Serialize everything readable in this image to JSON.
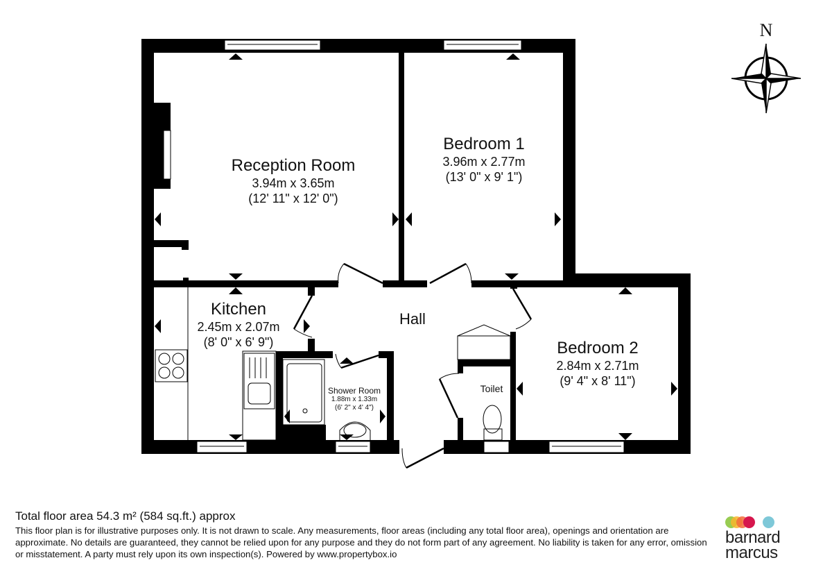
{
  "compass": {
    "label": "N"
  },
  "rooms": {
    "reception": {
      "name": "Reception Room",
      "metric": "3.94m x 3.65m",
      "imperial": "(12' 11\" x 12' 0\")"
    },
    "bedroom1": {
      "name": "Bedroom 1",
      "metric": "3.96m x 2.77m",
      "imperial": "(13' 0\" x 9' 1\")"
    },
    "kitchen": {
      "name": "Kitchen",
      "metric": "2.45m x 2.07m",
      "imperial": "(8' 0\" x 6' 9\")"
    },
    "hall": {
      "name": "Hall"
    },
    "shower": {
      "name": "Shower Room",
      "metric": "1.88m x 1.33m",
      "imperial": "(6' 2\" x 4' 4\")"
    },
    "toilet": {
      "name": "Toilet"
    },
    "bedroom2": {
      "name": "Bedroom 2",
      "metric": "2.84m x 2.71m",
      "imperial": "(9' 4\" x 8' 11\")"
    }
  },
  "footer": {
    "total_area": "Total floor area 54.3 m² (584 sq.ft.) approx",
    "disclaimer": "This floor plan is for illustrative purposes only. It is not drawn to scale. Any measurements, floor areas (including any total floor area), openings and orientation are approximate. No details are guaranteed, they cannot be relied upon for any purpose and they do not form part of any agreement. No liability is taken for any error, omission or misstatement. A party must rely upon its own inspection(s). Powered by www.propertybox.io"
  },
  "logo": {
    "line1": "barnard",
    "line2": "marcus",
    "dot_colors": [
      "#8dc63f",
      "#f7b52c",
      "#f26b3a",
      "#d6164d",
      "#7ec8d8"
    ]
  },
  "colors": {
    "wall": "#000000",
    "background": "#ffffff"
  }
}
